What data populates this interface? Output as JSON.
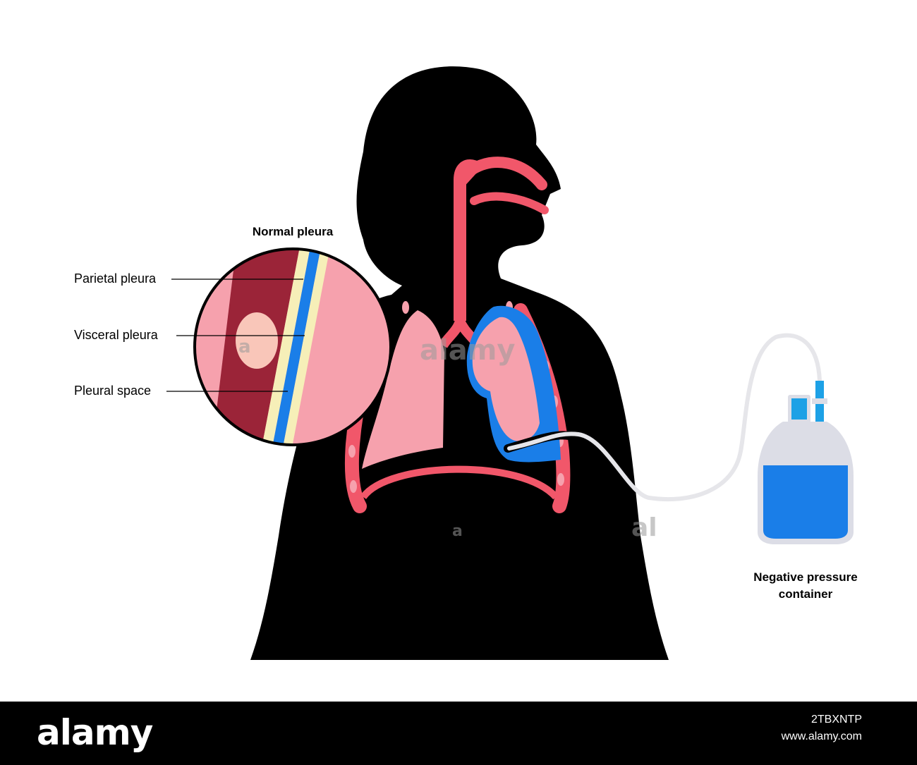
{
  "labels": {
    "normal_pleura": "Normal pleura",
    "parietal_pleura": "Parietal pleura",
    "visceral_pleura": "Visceral pleura",
    "pleural_space": "Pleural space",
    "negative_pressure_line1": "Negative pressure",
    "negative_pressure_line2": "container"
  },
  "watermark": {
    "brand": "alamy",
    "image_id": "2TBXNTP",
    "url": "www.alamy.com"
  },
  "colors": {
    "silhouette": "#000000",
    "airway": "#f1576a",
    "lung": "#f6a1ad",
    "lung_dark": "#9b2438",
    "fluid": "#1a7ee8",
    "membrane": "#f6efb8",
    "tube": "#e6e6ea",
    "container_top": "#dcdde6",
    "background": "#ffffff"
  }
}
